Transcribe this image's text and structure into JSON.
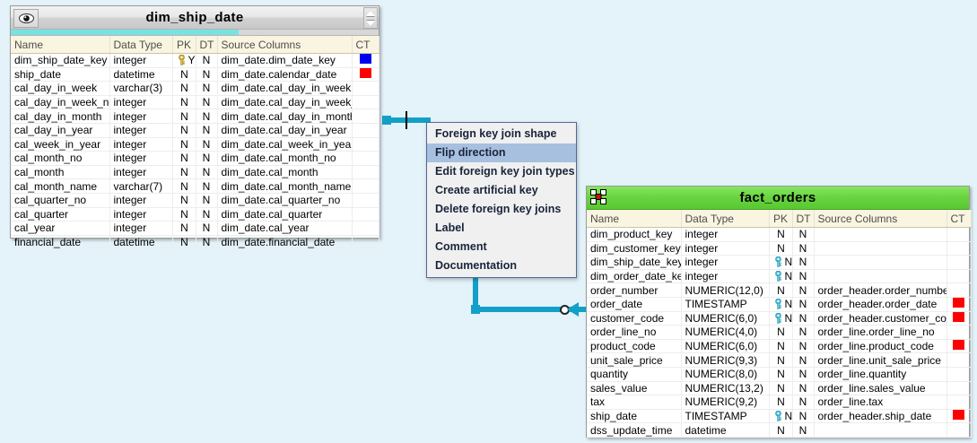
{
  "canvas": {
    "background": "#e4f2f9"
  },
  "tables": [
    {
      "id": "dim_ship_date",
      "title": "dim_ship_date",
      "header_style": "grey",
      "icon": "eye-icon",
      "progress_percent": 62,
      "columns": [
        "Name",
        "Data Type",
        "PK",
        "DT",
        "Source Columns",
        "CT"
      ],
      "rows": [
        {
          "name": "dim_ship_date_key",
          "type": "integer",
          "key": "gold",
          "pk": "Y",
          "dt": "N",
          "source": "dim_date.dim_date_key",
          "ct": "#0000f0"
        },
        {
          "name": "ship_date",
          "type": "datetime",
          "key": "",
          "pk": "N",
          "dt": "N",
          "source": "dim_date.calendar_date",
          "ct": "#fe0000"
        },
        {
          "name": "cal_day_in_week",
          "type": "varchar(3)",
          "key": "",
          "pk": "N",
          "dt": "N",
          "source": "dim_date.cal_day_in_week",
          "ct": ""
        },
        {
          "name": "cal_day_in_week_no",
          "type": "integer",
          "key": "",
          "pk": "N",
          "dt": "N",
          "source": "dim_date.cal_day_in_week_no",
          "ct": ""
        },
        {
          "name": "cal_day_in_month",
          "type": "integer",
          "key": "",
          "pk": "N",
          "dt": "N",
          "source": "dim_date.cal_day_in_month",
          "ct": ""
        },
        {
          "name": "cal_day_in_year",
          "type": "integer",
          "key": "",
          "pk": "N",
          "dt": "N",
          "source": "dim_date.cal_day_in_year",
          "ct": ""
        },
        {
          "name": "cal_week_in_year",
          "type": "integer",
          "key": "",
          "pk": "N",
          "dt": "N",
          "source": "dim_date.cal_week_in_year",
          "ct": ""
        },
        {
          "name": "cal_month_no",
          "type": "integer",
          "key": "",
          "pk": "N",
          "dt": "N",
          "source": "dim_date.cal_month_no",
          "ct": ""
        },
        {
          "name": "cal_month",
          "type": "integer",
          "key": "",
          "pk": "N",
          "dt": "N",
          "source": "dim_date.cal_month",
          "ct": ""
        },
        {
          "name": "cal_month_name",
          "type": "varchar(7)",
          "key": "",
          "pk": "N",
          "dt": "N",
          "source": "dim_date.cal_month_name",
          "ct": ""
        },
        {
          "name": "cal_quarter_no",
          "type": "integer",
          "key": "",
          "pk": "N",
          "dt": "N",
          "source": "dim_date.cal_quarter_no",
          "ct": ""
        },
        {
          "name": "cal_quarter",
          "type": "integer",
          "key": "",
          "pk": "N",
          "dt": "N",
          "source": "dim_date.cal_quarter",
          "ct": ""
        },
        {
          "name": "cal_year",
          "type": "integer",
          "key": "",
          "pk": "N",
          "dt": "N",
          "source": "dim_date.cal_year",
          "ct": ""
        },
        {
          "name": "financial_date",
          "type": "datetime",
          "key": "",
          "pk": "N",
          "dt": "N",
          "source": "dim_date.financial_date",
          "ct": ""
        }
      ]
    },
    {
      "id": "fact_orders",
      "title": "fact_orders",
      "header_style": "green",
      "icon": "star-schema-icon",
      "columns": [
        "Name",
        "Data Type",
        "PK",
        "DT",
        "Source Columns",
        "CT"
      ],
      "rows": [
        {
          "name": "dim_product_key",
          "type": "integer",
          "key": "",
          "pk": "N",
          "dt": "N",
          "source": "",
          "ct": ""
        },
        {
          "name": "dim_customer_key",
          "type": "integer",
          "key": "",
          "pk": "N",
          "dt": "N",
          "source": "",
          "ct": ""
        },
        {
          "name": "dim_ship_date_key",
          "type": "integer",
          "key": "cyan",
          "pk": "N",
          "dt": "N",
          "source": "",
          "ct": ""
        },
        {
          "name": "dim_order_date_key",
          "type": "integer",
          "key": "cyan",
          "pk": "N",
          "dt": "N",
          "source": "",
          "ct": ""
        },
        {
          "name": "order_number",
          "type": "NUMERIC(12,0)",
          "key": "",
          "pk": "N",
          "dt": "N",
          "source": "order_header.order_number",
          "ct": ""
        },
        {
          "name": "order_date",
          "type": "TIMESTAMP",
          "key": "cyan",
          "pk": "N",
          "dt": "N",
          "source": "order_header.order_date",
          "ct": "#fe0000"
        },
        {
          "name": "customer_code",
          "type": "NUMERIC(6,0)",
          "key": "cyan",
          "pk": "N",
          "dt": "N",
          "source": "order_header.customer_code",
          "ct": "#fe0000"
        },
        {
          "name": "order_line_no",
          "type": "NUMERIC(4,0)",
          "key": "",
          "pk": "N",
          "dt": "N",
          "source": "order_line.order_line_no",
          "ct": ""
        },
        {
          "name": "product_code",
          "type": "NUMERIC(6,0)",
          "key": "",
          "pk": "N",
          "dt": "N",
          "source": "order_line.product_code",
          "ct": "#fe0000"
        },
        {
          "name": "unit_sale_price",
          "type": "NUMERIC(9,3)",
          "key": "",
          "pk": "N",
          "dt": "N",
          "source": "order_line.unit_sale_price",
          "ct": ""
        },
        {
          "name": "quantity",
          "type": "NUMERIC(8,0)",
          "key": "",
          "pk": "N",
          "dt": "N",
          "source": "order_line.quantity",
          "ct": ""
        },
        {
          "name": "sales_value",
          "type": "NUMERIC(13,2)",
          "key": "",
          "pk": "N",
          "dt": "N",
          "source": "order_line.sales_value",
          "ct": ""
        },
        {
          "name": "tax",
          "type": "NUMERIC(9,2)",
          "key": "",
          "pk": "N",
          "dt": "N",
          "source": "order_line.tax",
          "ct": ""
        },
        {
          "name": "ship_date",
          "type": "TIMESTAMP",
          "key": "cyan",
          "pk": "N",
          "dt": "N",
          "source": "order_header.ship_date",
          "ct": "#fe0000"
        },
        {
          "name": "dss_update_time",
          "type": "datetime",
          "key": "",
          "pk": "N",
          "dt": "N",
          "source": "",
          "ct": ""
        }
      ]
    }
  ],
  "context_menu": {
    "items": [
      {
        "label": "Foreign key join shape",
        "selected": false
      },
      {
        "label": "Flip direction",
        "selected": true
      },
      {
        "label": "Edit foreign key join types",
        "selected": false
      },
      {
        "label": "Create artificial key",
        "selected": false
      },
      {
        "label": "Delete foreign key joins",
        "selected": false
      },
      {
        "label": "Label",
        "selected": false
      },
      {
        "label": "Comment",
        "selected": false
      },
      {
        "label": "Documentation",
        "selected": false
      }
    ]
  },
  "connectors": {
    "accent_color": "#13a0c8"
  }
}
